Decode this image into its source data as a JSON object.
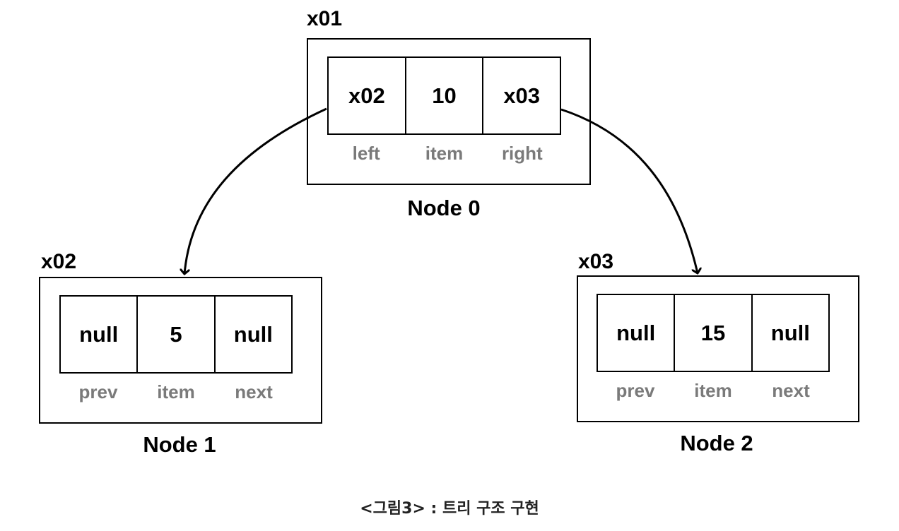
{
  "nodes": [
    {
      "address": "x01",
      "title": "Node 0",
      "cells": [
        "x02",
        "10",
        "x03"
      ],
      "fields": [
        "left",
        "item",
        "right"
      ]
    },
    {
      "address": "x02",
      "title": "Node 1",
      "cells": [
        "null",
        "5",
        "null"
      ],
      "fields": [
        "prev",
        "item",
        "next"
      ]
    },
    {
      "address": "x03",
      "title": "Node 2",
      "cells": [
        "null",
        "15",
        "null"
      ],
      "fields": [
        "prev",
        "item",
        "next"
      ]
    }
  ],
  "edges": [
    {
      "from": "x01.left",
      "to": "x02"
    },
    {
      "from": "x01.right",
      "to": "x03"
    }
  ],
  "caption": "<그림3> : 트리 구조 구현"
}
